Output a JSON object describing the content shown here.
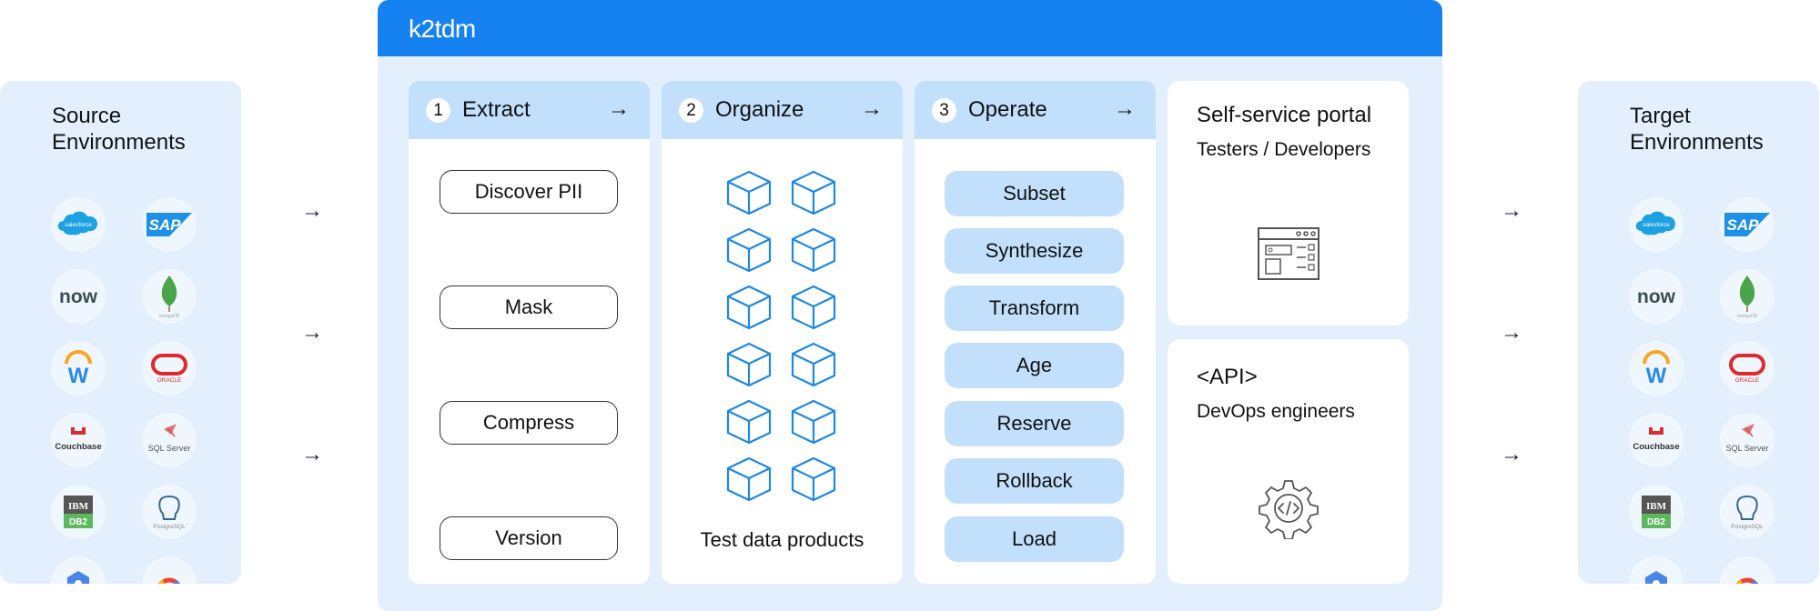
{
  "brand": {
    "name": "k2tdm"
  },
  "source_env": {
    "title_line1": "Source",
    "title_line2": "Environments"
  },
  "target_env": {
    "title_line1": "Target",
    "title_line2": "Environments"
  },
  "env_logos": {
    "salesforce": "salesforce",
    "sap": "SAP",
    "now": "now",
    "mongodb": "mongoDB",
    "workday": "W",
    "oracle": "ORACLE",
    "couchbase": "Couchbase",
    "sqlserver": "SQL Server",
    "ibm_db2_top": "IBM",
    "ibm_db2_bottom": "DB2",
    "postgres": "PostgreSQL"
  },
  "flow_arrow": "→",
  "stages": [
    {
      "num": "1",
      "title": "Extract",
      "arrow": "→",
      "items": [
        "Discover PII",
        "Mask",
        "Compress",
        "Version"
      ]
    },
    {
      "num": "2",
      "title": "Organize",
      "arrow": "→",
      "label": "Test data products"
    },
    {
      "num": "3",
      "title": "Operate",
      "arrow": "→",
      "items": [
        "Subset",
        "Synthesize",
        "Transform",
        "Age",
        "Reserve",
        "Rollback",
        "Load"
      ]
    }
  ],
  "portal": {
    "title": "Self-service portal",
    "subtitle": "Testers / Developers",
    "icon": "web-portal-icon"
  },
  "api": {
    "title": "<API>",
    "subtitle": "DevOps engineers",
    "icon": "code-gear-icon"
  },
  "colors": {
    "header_blue": "#1682f2",
    "panel_bg": "#e3effc",
    "light_blue": "#c2e0fc",
    "cube_blue": "#1e88e5"
  }
}
